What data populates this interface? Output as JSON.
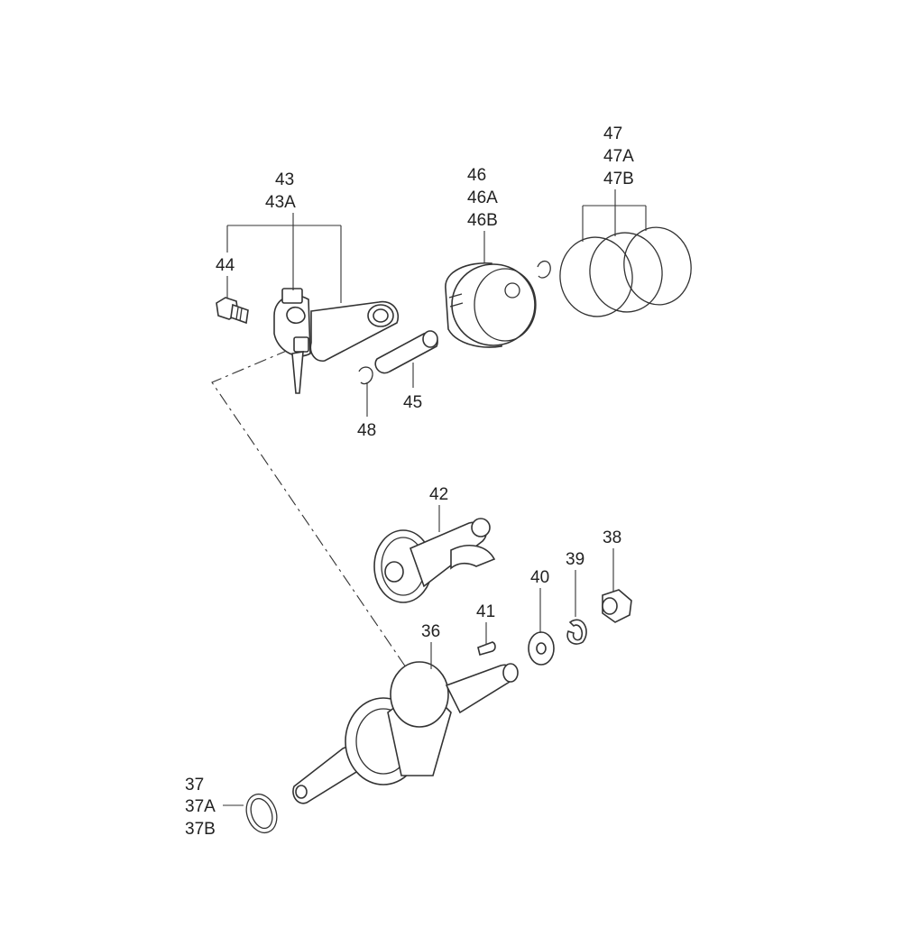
{
  "labels": {
    "p36": "36",
    "p37": [
      "37",
      "37A",
      "37B"
    ],
    "p38": "38",
    "p39": "39",
    "p40": "40",
    "p41": "41",
    "p42": "42",
    "p43": [
      "43",
      "43A"
    ],
    "p44": "44",
    "p45": "45",
    "p46": [
      "46",
      "46A",
      "46B"
    ],
    "p47": [
      "47",
      "47A",
      "47B"
    ],
    "p48": "48"
  },
  "colors": {
    "line": "#333333",
    "background": "#ffffff"
  }
}
